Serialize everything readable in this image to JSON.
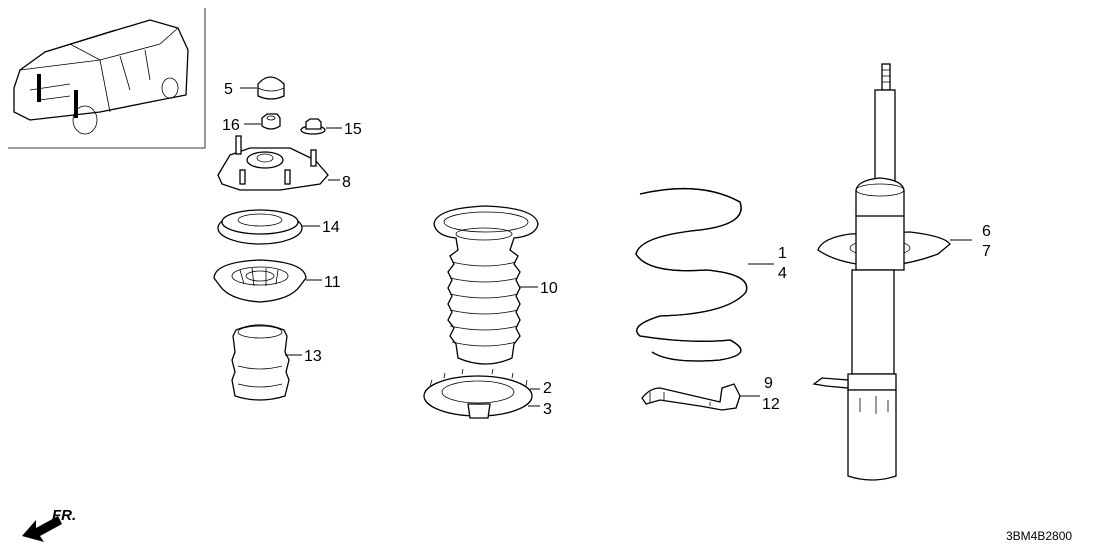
{
  "diagram_code": "3BM4B2800",
  "direction_label": "FR.",
  "callouts": [
    {
      "id": "c5",
      "text": "5"
    },
    {
      "id": "c16",
      "text": "16"
    },
    {
      "id": "c15",
      "text": "15"
    },
    {
      "id": "c8",
      "text": "8"
    },
    {
      "id": "c14",
      "text": "14"
    },
    {
      "id": "c11",
      "text": "11"
    },
    {
      "id": "c13",
      "text": "13"
    },
    {
      "id": "c10",
      "text": "10"
    },
    {
      "id": "c2",
      "text": "2"
    },
    {
      "id": "c3",
      "text": "3"
    },
    {
      "id": "c1",
      "text": "1"
    },
    {
      "id": "c4",
      "text": "4"
    },
    {
      "id": "c9",
      "text": "9"
    },
    {
      "id": "c12",
      "text": "12"
    },
    {
      "id": "c6",
      "text": "6"
    },
    {
      "id": "c7",
      "text": "7"
    }
  ]
}
